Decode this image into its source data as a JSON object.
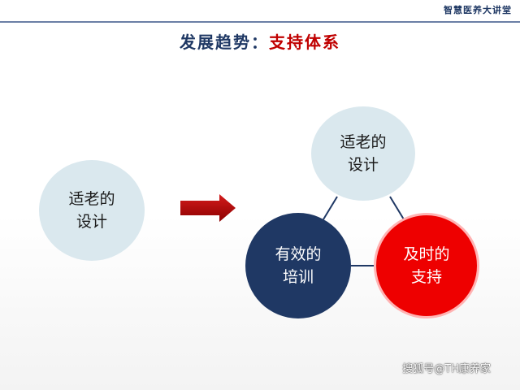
{
  "header": {
    "corner_label": "智慧医养大讲堂",
    "title_part1": "发展趋势：",
    "title_part2": "支持体系"
  },
  "diagram": {
    "left_circle": "适老的\n设计",
    "top_circle": "适老的\n设计",
    "bottom_left_circle": "有效的\n培训",
    "bottom_right_circle": "及时的\n支持"
  },
  "colors": {
    "navy": "#1f3864",
    "red": "#ee0000",
    "light_blue": "#dae8ee",
    "arrow_red": "#b00000"
  },
  "watermark": "搜狐号@TH康养家"
}
